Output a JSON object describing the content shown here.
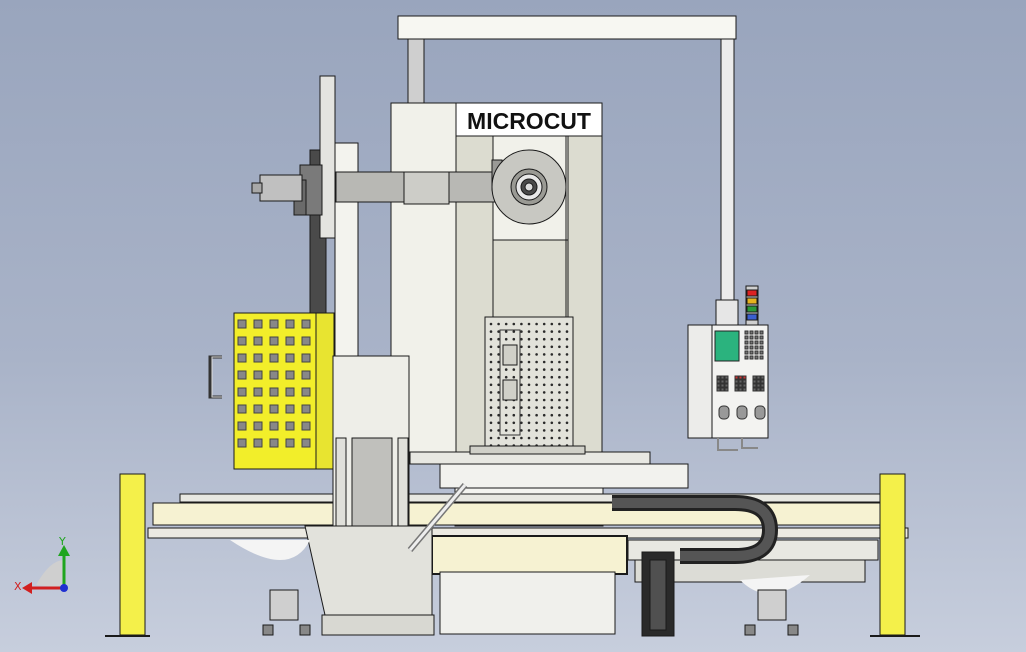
{
  "brand": {
    "label": "MICROCUT"
  },
  "triad": {
    "x_label": "X",
    "y_label": "Y",
    "x_color": "#d11f1f",
    "y_color": "#1fa51f",
    "z_color": "#1f2fd1"
  },
  "colors": {
    "background_top": "#99a5bd",
    "background_bottom": "#c7cedd",
    "machine_body": "#f1f1ea",
    "column_shade": "#dcdcd0",
    "cream_rail": "#f6f2d2",
    "safety_yellow": "#f4f04a",
    "guard_yellow": "#f2ee2a",
    "arm_gray": "#b8b8b4",
    "outline": "#1a1a1a",
    "screen_green": "#2bb37e",
    "signal_red": "#d22",
    "signal_amber": "#e5b320",
    "signal_green": "#2a9a3a",
    "signal_blue": "#3a5fd0"
  }
}
